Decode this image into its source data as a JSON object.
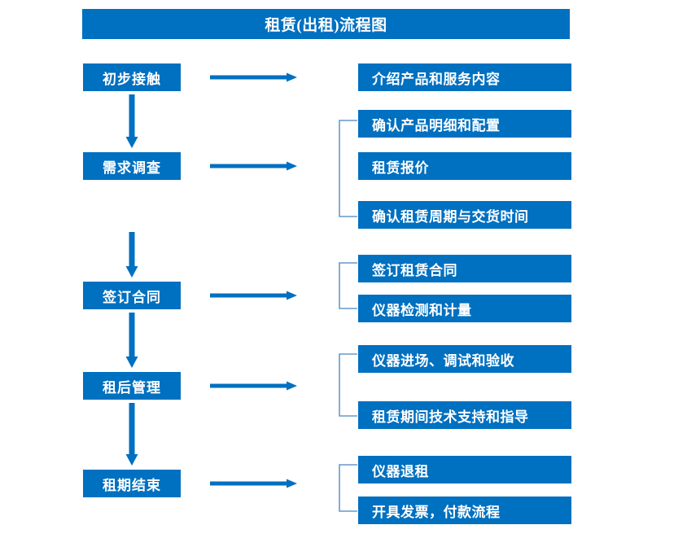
{
  "header": {
    "title": "租赁(出租)流程图"
  },
  "colors": {
    "box_fill": "#0070C0",
    "box_text": "#FFFFFF",
    "arrow": "#0070C0",
    "bracket": "#6699CC",
    "background": "#FFFFFF"
  },
  "flow": {
    "stages": [
      {
        "label": "初步接触"
      },
      {
        "label": "需求调查"
      },
      {
        "label": "签订合同"
      },
      {
        "label": "租后管理"
      },
      {
        "label": "租期结束"
      }
    ],
    "groups": [
      {
        "stage": "初步接触",
        "has_bracket": false,
        "details": [
          {
            "label": "介绍产品和服务内容"
          }
        ]
      },
      {
        "stage": "需求调查",
        "has_bracket": true,
        "details": [
          {
            "label": "确认产品明细和配置"
          },
          {
            "label": "租赁报价"
          },
          {
            "label": "确认租赁周期与交货时间"
          }
        ]
      },
      {
        "stage": "签订合同",
        "has_bracket": true,
        "details": [
          {
            "label": "签订租赁合同"
          },
          {
            "label": "仪器检测和计量"
          }
        ]
      },
      {
        "stage": "租后管理",
        "has_bracket": true,
        "details": [
          {
            "label": "仪器进场、调试和验收"
          },
          {
            "label": "租赁期间技术支持和指导"
          }
        ]
      },
      {
        "stage": "租期结束",
        "has_bracket": true,
        "details": [
          {
            "label": "仪器退租"
          },
          {
            "label": "开具发票，付款流程"
          }
        ]
      }
    ],
    "connectors": {
      "vertical_arrow_count": 4,
      "horizontal_arrow_count": 5,
      "vertical_arrow_label": "down-arrow",
      "horizontal_arrow_label": "right-arrow"
    }
  }
}
